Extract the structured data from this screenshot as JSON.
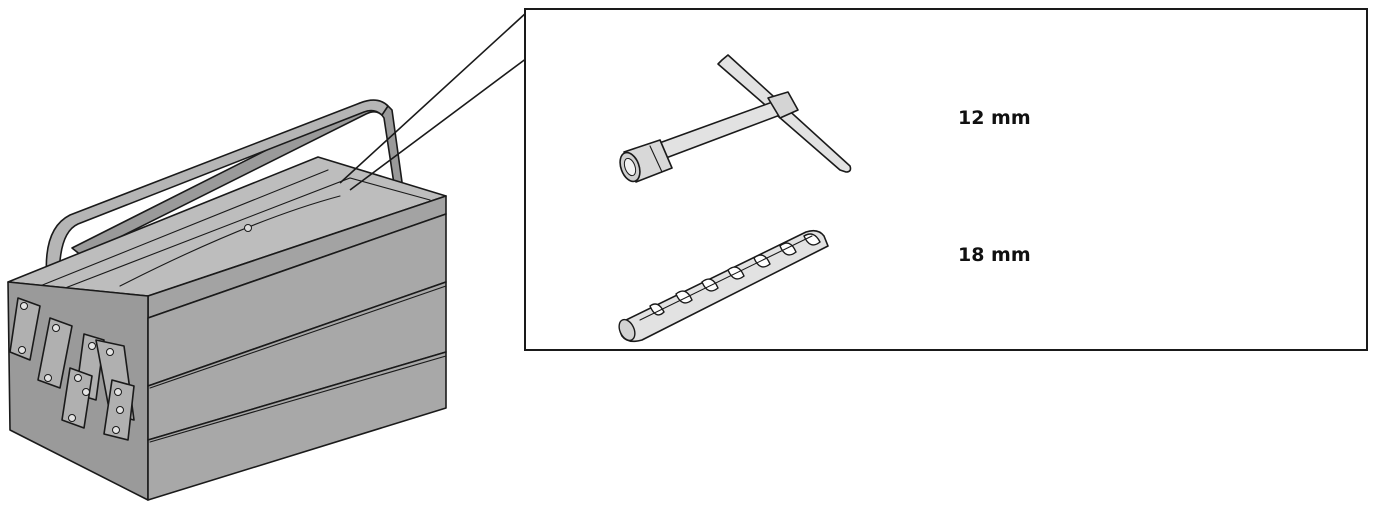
{
  "figure": {
    "callout_items": [
      {
        "tool": "t-handle-socket-wrench",
        "label": "12 mm"
      },
      {
        "tool": "spiral-spanner",
        "label": "18 mm"
      }
    ],
    "colors": {
      "box_front": "#a8a8a8",
      "box_top": "#bdbdbd",
      "box_side": "#9a9a9a",
      "tool_fill": "#e2e2e2",
      "outline": "#1a1a1a"
    }
  }
}
